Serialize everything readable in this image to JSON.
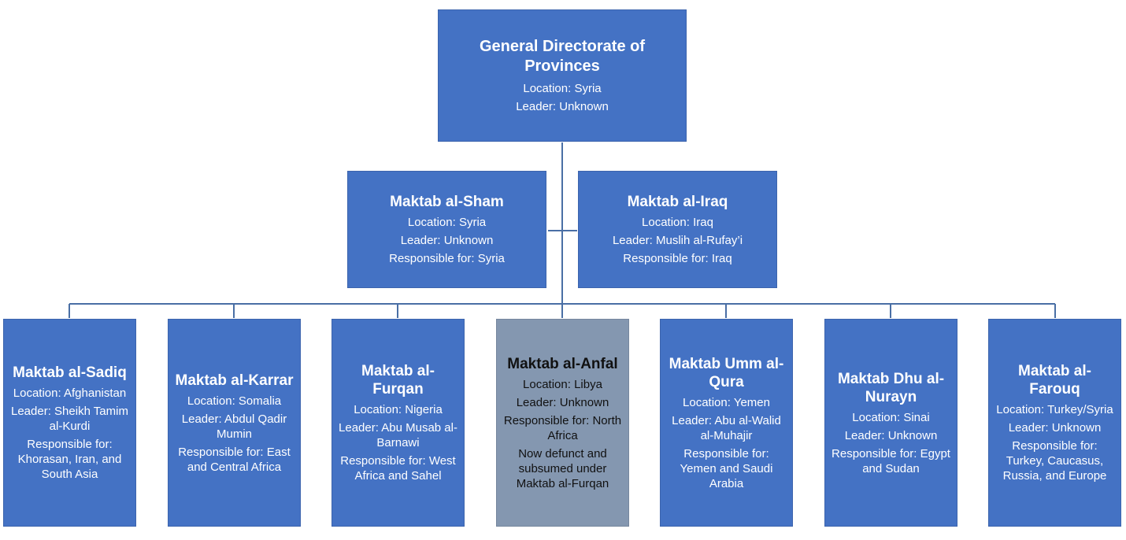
{
  "top": {
    "title": "General Directorate of Provinces",
    "location": "Syria",
    "leader": "Unknown"
  },
  "labels": {
    "location": "Location:",
    "leader": "Leader:",
    "responsible": "Responsible for:"
  },
  "middle": [
    {
      "name": "Maktab al-Sham",
      "location": "Syria",
      "leader": "Unknown",
      "responsible": "Syria"
    },
    {
      "name": "Maktab al-Iraq",
      "location": "Iraq",
      "leader": "Muslih al-Rufay’i",
      "responsible": "Iraq"
    }
  ],
  "offices": [
    {
      "name": "Maktab al-Sadiq",
      "location": "Afghanistan",
      "leader": "Sheikh Tamim al-Kurdi",
      "responsible": "Khorasan, Iran, and South Asia"
    },
    {
      "name": "Maktab al-Karrar",
      "location": "Somalia",
      "leader": "Abdul Qadir Mumin",
      "responsible": "East and Central Africa"
    },
    {
      "name": "Maktab al-Furqan",
      "location": "Nigeria",
      "leader": "Abu Musab al-Barnawi",
      "responsible": "West Africa and Sahel"
    },
    {
      "name": "Maktab al-Anfal",
      "location": "Libya",
      "leader": "Unknown",
      "responsible": "North Africa",
      "note": "Now defunct and subsumed under Maktab al-Furqan"
    },
    {
      "name": "Maktab Umm al-Qura",
      "location": "Yemen",
      "leader": "Abu al-Walid al-Muhajir",
      "responsible": "Yemen and Saudi Arabia"
    },
    {
      "name": "Maktab Dhu al-Nurayn",
      "location": "Sinai",
      "leader": "Unknown",
      "responsible": "Egypt and Sudan"
    },
    {
      "name": "Maktab al-Farouq",
      "location": "Turkey/Syria",
      "leader": "Unknown",
      "responsible": "Turkey, Caucasus, Russia, and Europe"
    }
  ],
  "colors": {
    "box": "#4472c4",
    "defunct_box": "#8497b0",
    "connector": "#4a6fa5"
  }
}
